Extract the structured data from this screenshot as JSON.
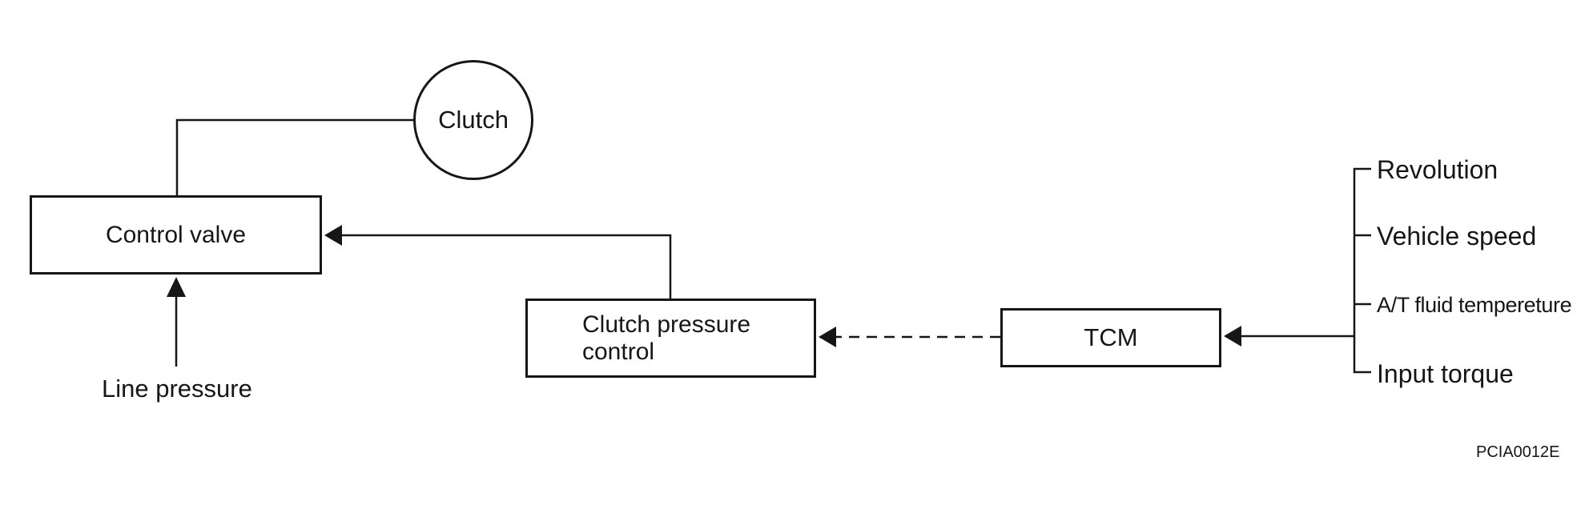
{
  "diagram": {
    "nodes": {
      "clutch": "Clutch",
      "control_valve": "Control valve",
      "clutch_pressure_control": "Clutch pressure control",
      "tcm": "TCM"
    },
    "line_pressure_label": "Line pressure",
    "tcm_inputs": [
      "Revolution",
      "Vehicle speed",
      "A/T fluid tempereture",
      "Input torque"
    ],
    "figure_code": "PCIA0012E",
    "colors": {
      "ink": "#161616",
      "background": "#ffffff"
    }
  }
}
